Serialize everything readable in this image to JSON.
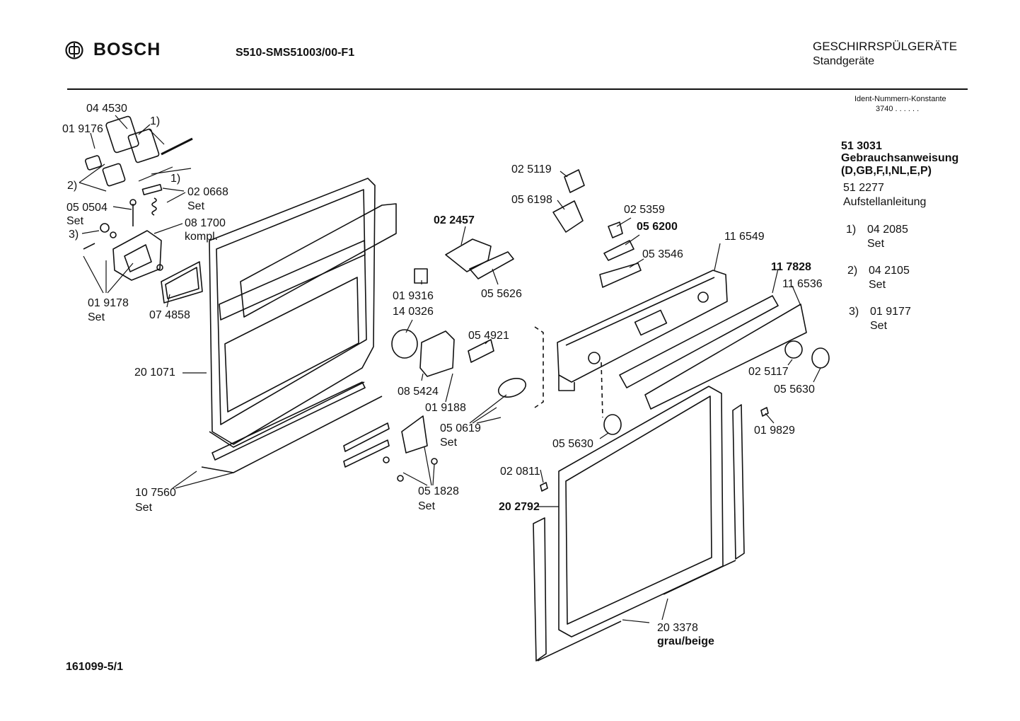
{
  "header": {
    "brand": "BOSCH",
    "model": "S510-SMS51003/00-F1",
    "category": "GESCHIRRSPÜLGERÄTE",
    "subcategory": "Standgeräte",
    "ident_label": "Ident-Nummern-Konstante",
    "ident_value": "3740  . .   . . . ."
  },
  "docs": {
    "manual_no": "51 3031",
    "manual_title": "Gebrauchsanweisung",
    "manual_langs": "(D,GB,F,I,NL,E,P)",
    "install_no": "51 2277",
    "install_title": "Aufstellanleitung"
  },
  "footnotes": [
    {
      "mark": "1)",
      "part": "04 2085",
      "note": "Set"
    },
    {
      "mark": "2)",
      "part": "04 2105",
      "note": "Set"
    },
    {
      "mark": "3)",
      "part": "01 9177",
      "note": "Set"
    }
  ],
  "labels": {
    "p044530": "04 4530",
    "p019176": "01 9176",
    "fn1a": "1)",
    "fn2": "2)",
    "fn1b": "1)",
    "p020668": "02 0668",
    "set_020668": "Set",
    "p050504": "05 0504",
    "set_050504": "Set",
    "fn3": "3)",
    "p081700": "08 1700",
    "kompl": "kompl.",
    "p019178": "01 9178",
    "set_019178": "Set",
    "p074858": "07 4858",
    "p201071": "20 1071",
    "p107560": "10 7560",
    "set_107560": "Set",
    "p025119": "02 5119",
    "p056198": "05 6198",
    "p022457": "02 2457",
    "p055626": "05 5626",
    "p019316": "01 9316",
    "p140326": "14 0326",
    "p054921": "05 4921",
    "p085424": "08 5424",
    "p019188": "01 9188",
    "p050619": "05 0619",
    "set_050619": "Set",
    "p051828": "05 1828",
    "set_051828": "Set",
    "p025359": "02 5359",
    "p056200": "05 6200",
    "p053546": "05 3546",
    "p116549": "11 6549",
    "p117828": "11 7828",
    "p116536": "11 6536",
    "p025117": "02 5117",
    "p055630a": "05 5630",
    "p055630b": "05 5630",
    "p019829": "01 9829",
    "p020811": "02 0811",
    "p202792": "20 2792",
    "p203378": "20 3378",
    "graubeige": "grau/beige"
  },
  "footer": {
    "drawing_no": "161099-5/1"
  }
}
